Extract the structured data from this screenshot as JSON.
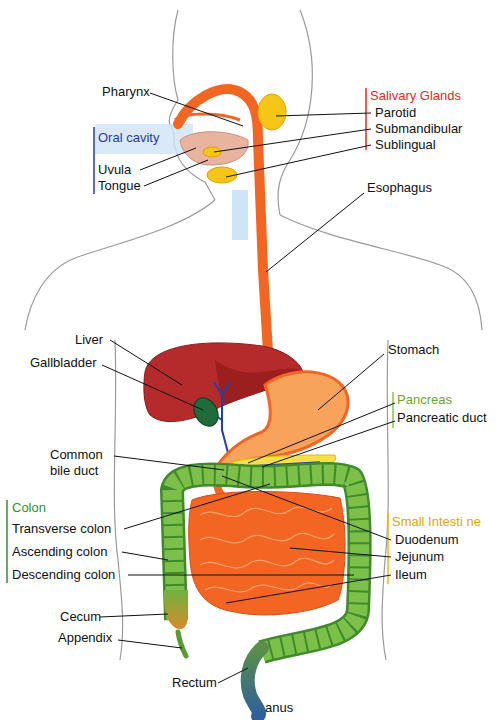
{
  "diagram": {
    "labels": [
      "Pharynx",
      "Salivary Glands",
      "Parotid",
      "Oral cavity",
      "Submandibular",
      "Sublingual",
      "Uvula",
      "Tongue",
      "Esophagus",
      "Liver",
      "Stomach",
      "Gallbladder",
      "Pancreas",
      "Pancreatic duct",
      "Common bile duct",
      "Colon",
      "Small Intesti ne",
      "Duodenum",
      "Transverse colon",
      "Jejunum",
      "Ascending colon",
      "Ileum",
      "Descending colon",
      "Cecum",
      "Appendix",
      "Rectum",
      "anus"
    ]
  }
}
